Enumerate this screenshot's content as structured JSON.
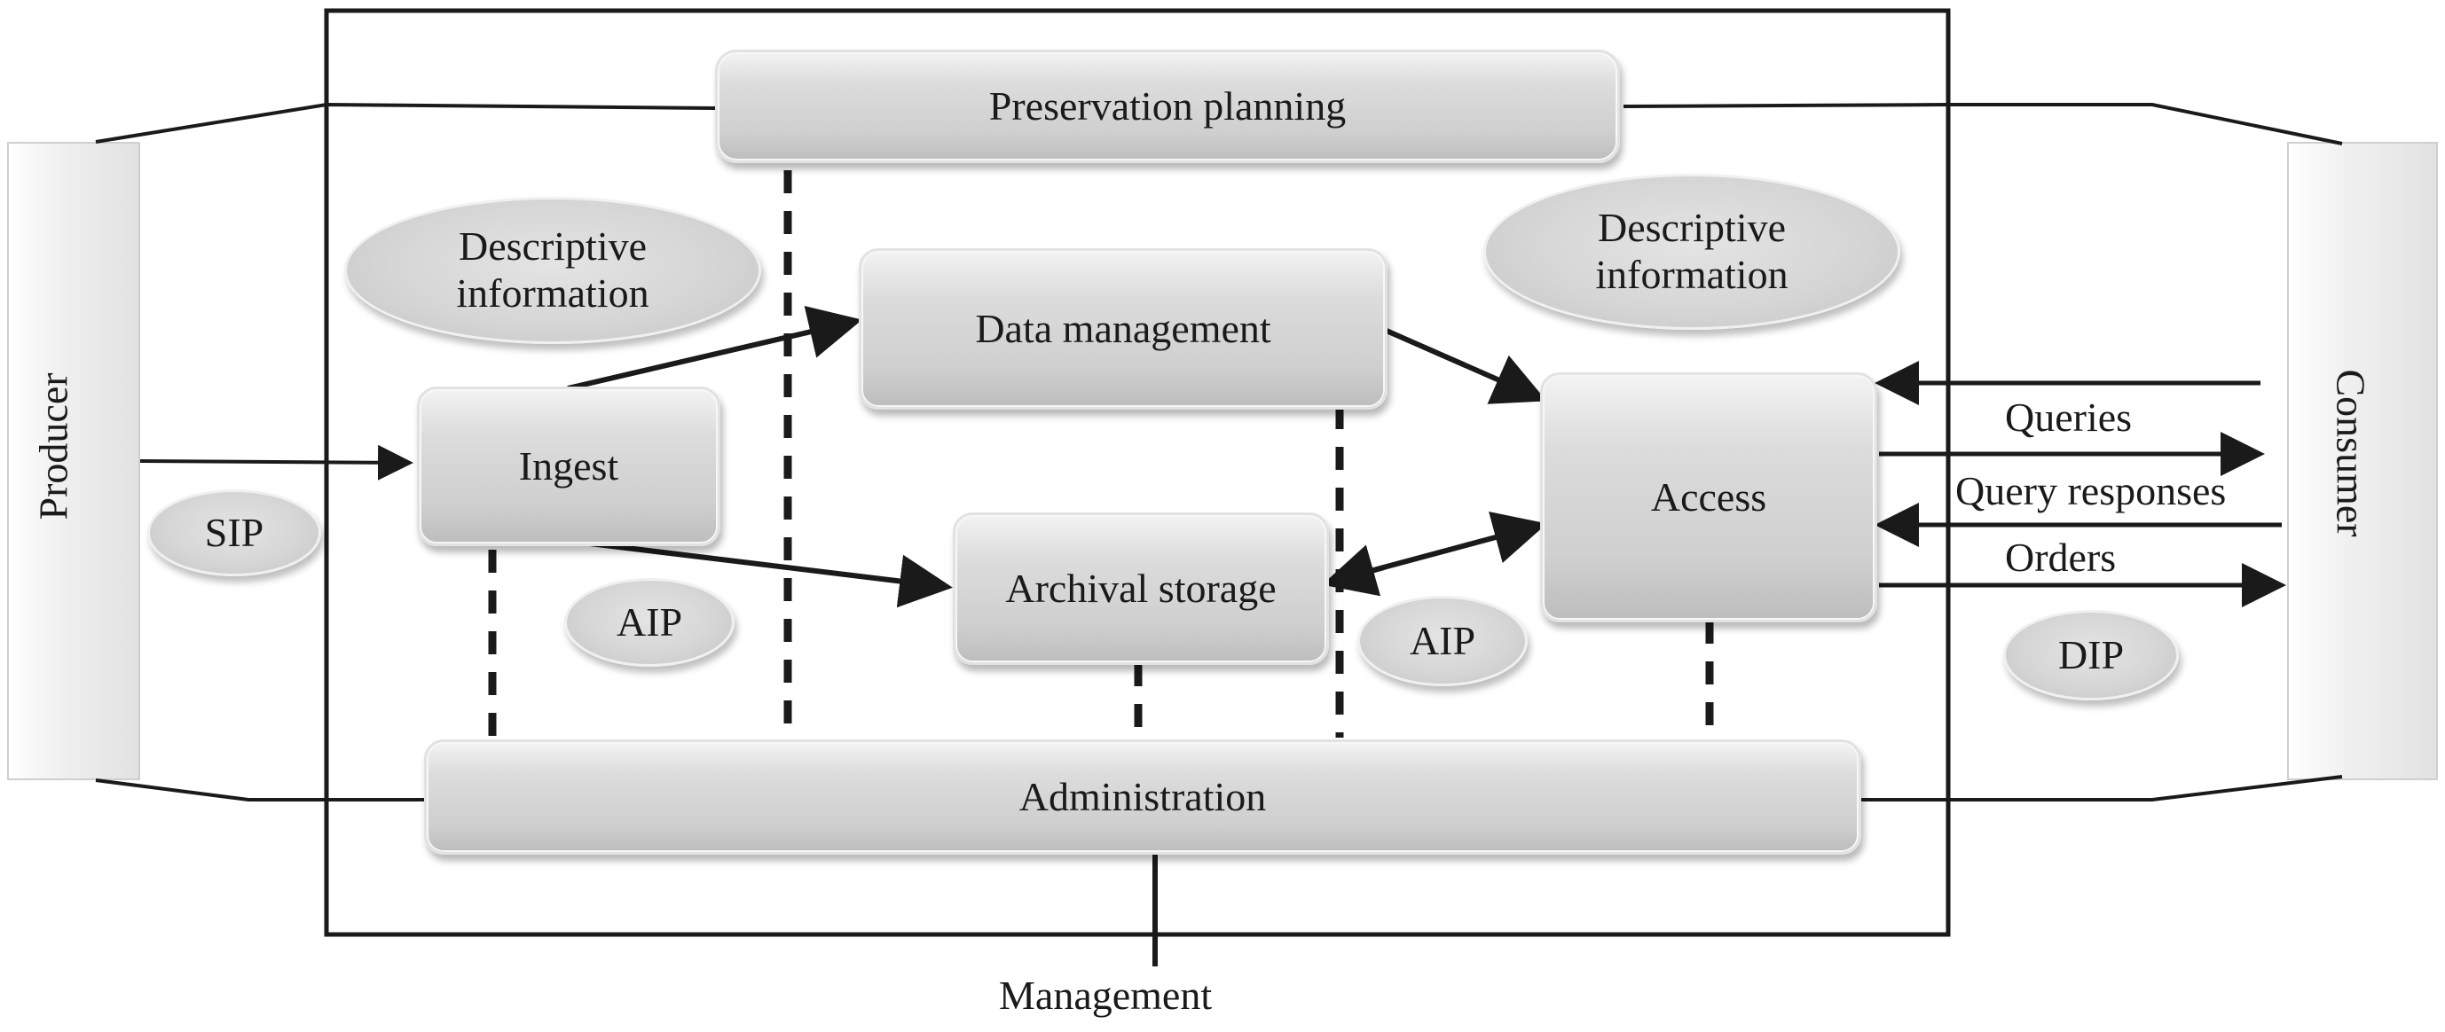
{
  "producer": {
    "label": "Producer"
  },
  "consumer": {
    "label": "Consumer"
  },
  "boxes": {
    "preservation_planning": "Preservation planning",
    "data_management": "Data management",
    "ingest": "Ingest",
    "archival_storage": "Archival storage",
    "access": "Access",
    "administration": "Administration"
  },
  "ellipses": {
    "descriptive_left": "Descriptive information",
    "descriptive_right": "Descriptive information",
    "sip": "SIP",
    "aip_left": "AIP",
    "aip_right": "AIP",
    "dip": "DIP"
  },
  "arrow_labels": {
    "queries": "Queries",
    "query_responses": "Query responses",
    "orders": "Orders"
  },
  "management": {
    "label": "Management"
  },
  "colors": {
    "line": "#1a1a1a",
    "box_fill": "#d4d4d4",
    "panel": "#e6e6e6"
  }
}
